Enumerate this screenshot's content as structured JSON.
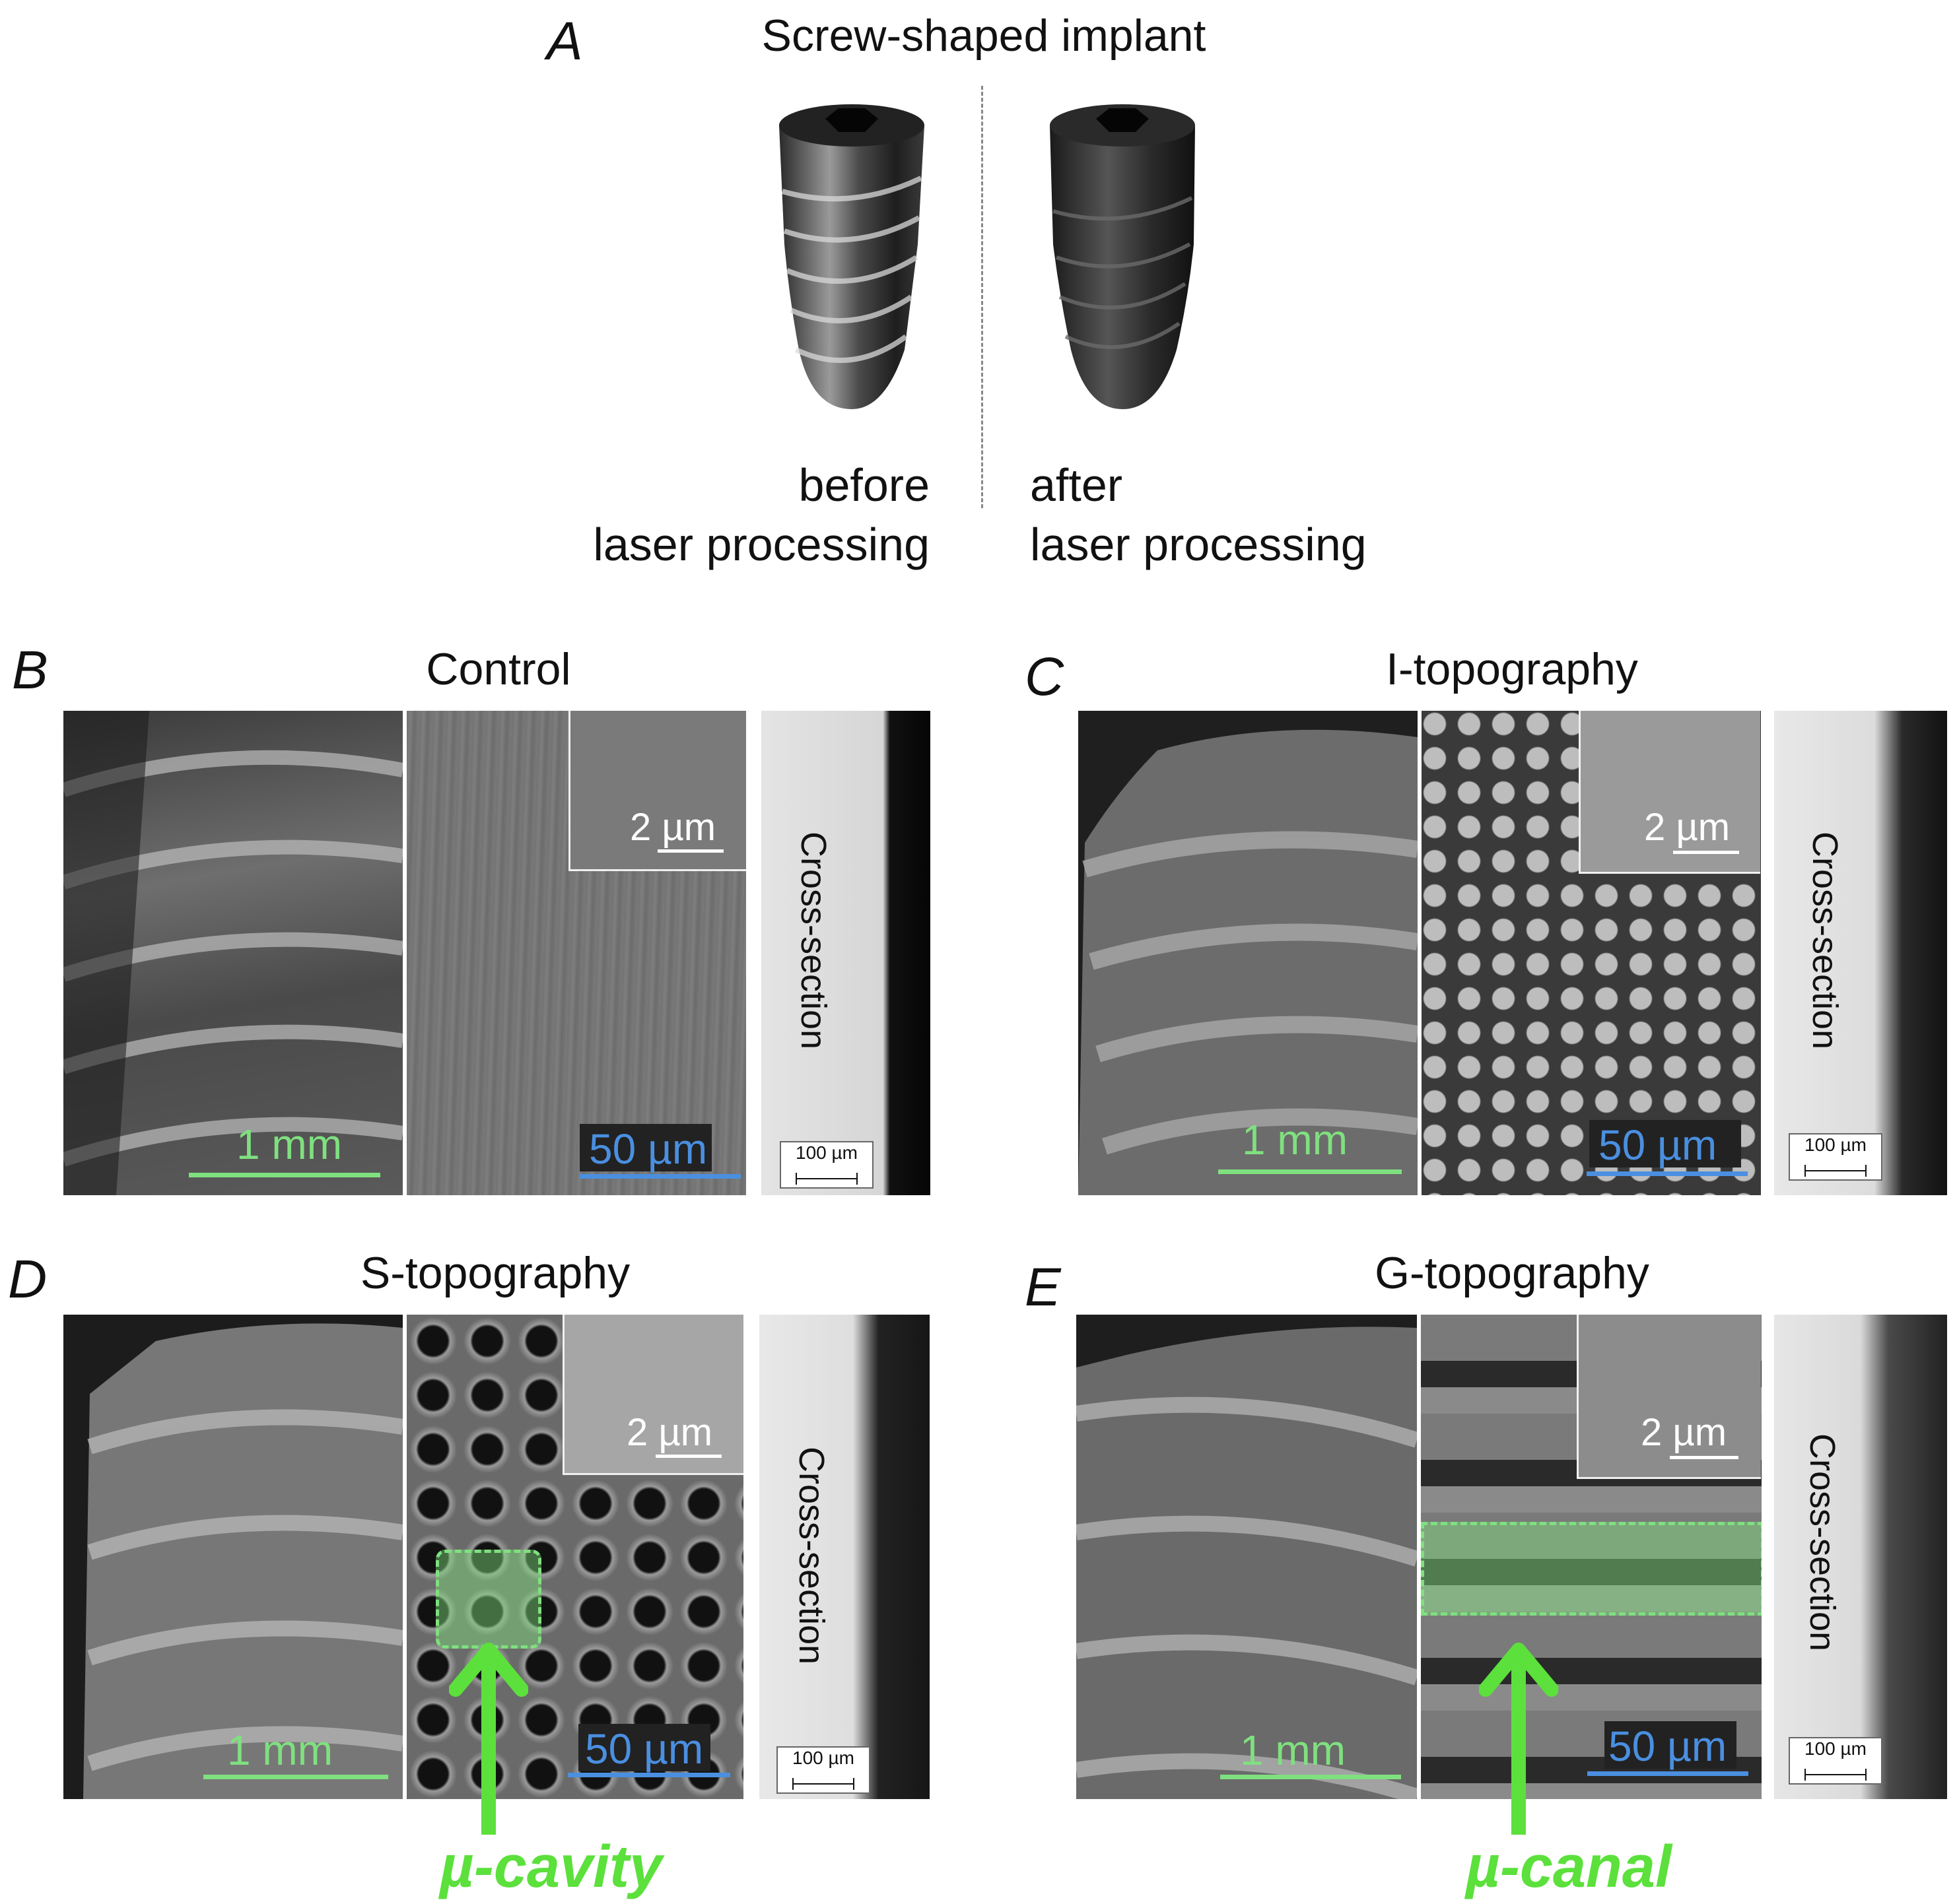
{
  "colors": {
    "green": "#7fe07f",
    "blue": "#4a8fe0",
    "feature_green": "#5ce03c"
  },
  "panel_a": {
    "letter": "A",
    "title": "Screw-shaped implant",
    "before_line1": "before",
    "before_line2": "laser processing",
    "after_line1": "after",
    "after_line2": "laser processing"
  },
  "panels": {
    "b": {
      "letter": "B",
      "title": "Control",
      "macro_scale": "1 mm",
      "micro_scale": "50 µm",
      "inset_scale": "2 µm",
      "cross_label": "Cross-section",
      "cross_scale": "100 µm"
    },
    "c": {
      "letter": "C",
      "title": "I-topography",
      "macro_scale": "1 mm",
      "micro_scale": "50 µm",
      "inset_scale": "2 µm",
      "cross_label": "Cross-section",
      "cross_scale": "100 µm"
    },
    "d": {
      "letter": "D",
      "title": "S-topography",
      "macro_scale": "1 mm",
      "micro_scale": "50 µm",
      "inset_scale": "2 µm",
      "cross_label": "Cross-section",
      "cross_scale": "100 µm",
      "feature": "µ-cavity"
    },
    "e": {
      "letter": "E",
      "title": "G-topography",
      "macro_scale": "1 mm",
      "micro_scale": "50 µm",
      "inset_scale": "2 µm",
      "cross_label": "Cross-section",
      "cross_scale": "100 µm",
      "feature": "µ-canal"
    }
  }
}
